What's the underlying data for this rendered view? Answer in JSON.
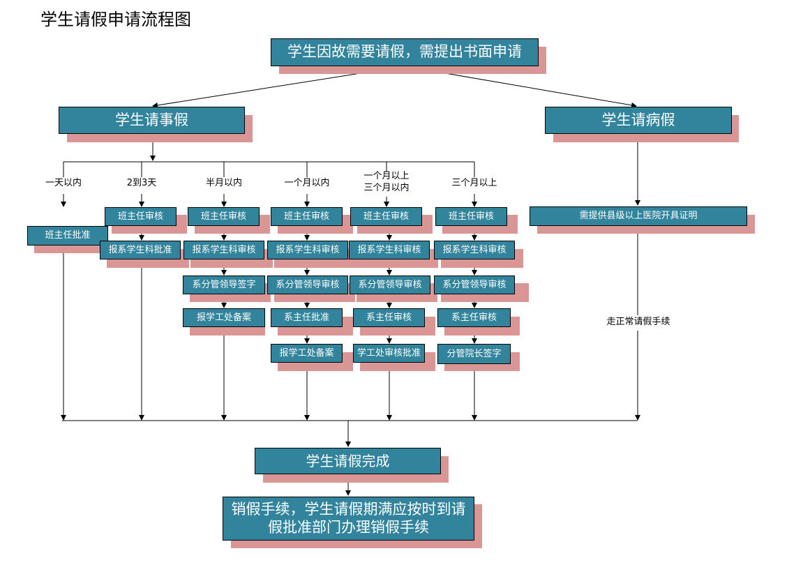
{
  "title": "学生请假申请流程图",
  "colors": {
    "box": "#31849b",
    "shadow": "#d99694",
    "line": "#000000"
  },
  "nodes": {
    "root": "学生因故需要请假，需提出书面申请",
    "personal": "学生请事假",
    "sick": "学生请病假",
    "sick_cert": "需提供县级以上医院开具证明",
    "done": "学生请假完成",
    "cancel": [
      "销假手续，学生请假期满应按时到请",
      "假批准部门办理销假手续"
    ]
  },
  "branches": {
    "b1": {
      "label": "一天以内",
      "steps": [
        "班主任批准"
      ]
    },
    "b2": {
      "label": "2到3天",
      "steps": [
        "班主任审核",
        "报系学生科批准"
      ]
    },
    "b3": {
      "label": "半月以内",
      "steps": [
        "班主任审核",
        "报系学生科审核",
        "系分管领导签字",
        "报学工处备案"
      ]
    },
    "b4": {
      "label": "一个月以内",
      "steps": [
        "班主任审核",
        "报系学生科审核",
        "系分管领导审核",
        "系主任批准",
        "报学工处备案"
      ]
    },
    "b5": {
      "label": [
        "一个月以上",
        "三个月以内"
      ],
      "steps": [
        "班主任审核",
        "报系学生科审核",
        "系分管领导审核",
        "系主任审核",
        "学工处审核批准"
      ]
    },
    "b6": {
      "label": "三个月以上",
      "steps": [
        "班主任审核",
        "报系学生科审核",
        "系分管领导审核",
        "系主任审核",
        "分管院长签字"
      ]
    }
  },
  "sick_note": "走正常请假手续"
}
